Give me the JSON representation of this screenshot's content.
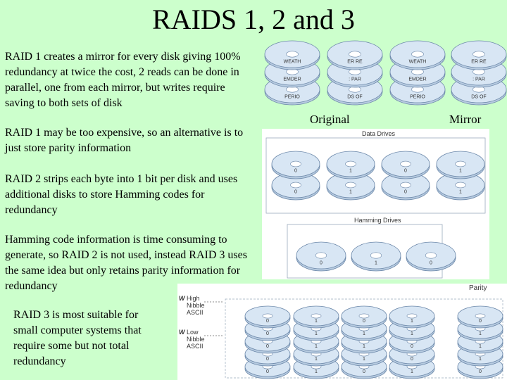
{
  "slide": {
    "title": "RAIDS 1, 2 and 3",
    "paragraphs": [
      "RAID 1 creates a mirror for every disk giving 100% redundancy at twice the cost, 2 reads can be done in parallel, one from each mirror, but writes require saving to both sets of disk",
      "RAID 1 may be too expensive, so an alternative is to just store parity information",
      "RAID 2 strips each byte into 1 bit per disk and uses additional disks to store Hamming codes for redundancy",
      "Hamming code information is time consuming to generate, so RAID 2 is not used, instead RAID 3 uses the same idea but only retains parity information for redundancy",
      "RAID 3 is most suitable for small computer systems that require some but not total redundancy"
    ]
  },
  "raid1": {
    "caption_original": "Original",
    "caption_mirror": "Mirror",
    "stacks": [
      [
        "WEATH",
        "EMDER",
        "PERIO"
      ],
      [
        "ER RE",
        ": PAR",
        "DS OF"
      ],
      [
        "WEATH",
        "EMDER",
        "PERIO"
      ],
      [
        "ER RE",
        ": PAR",
        "DS OF"
      ]
    ]
  },
  "raid2": {
    "data_drives_label": "Data Drives",
    "hamming_drives_label": "Hamming Drives",
    "data_stacks": [
      [
        "0",
        "0"
      ],
      [
        "1",
        "1"
      ],
      [
        "0",
        "0"
      ],
      [
        "1",
        "1"
      ]
    ],
    "hamming_stacks": [
      "0",
      "1",
      "0"
    ]
  },
  "raid3": {
    "w_high": "W",
    "high_lines": [
      "High",
      "Nibble",
      "ASCII"
    ],
    "w_low": "W",
    "low_lines": [
      "Low",
      "Nibble",
      "ASCII"
    ],
    "parity_label": "Parity",
    "stacks": [
      [
        "0",
        "0",
        "0",
        "0",
        "0"
      ],
      [
        "1",
        "1",
        "1",
        "1",
        "1"
      ],
      [
        "0",
        "1",
        "1",
        "1",
        "0"
      ],
      [
        "1",
        "1",
        "0",
        "0",
        "1"
      ],
      [
        "0",
        "1",
        "1",
        "1",
        "0"
      ]
    ]
  },
  "colors": {
    "background": "#ccffcc",
    "panel": "#ffffff",
    "disk_fill": "#d8e6f4",
    "disk_stroke": "#6a86a8",
    "disk_hub": "#ffffff"
  }
}
